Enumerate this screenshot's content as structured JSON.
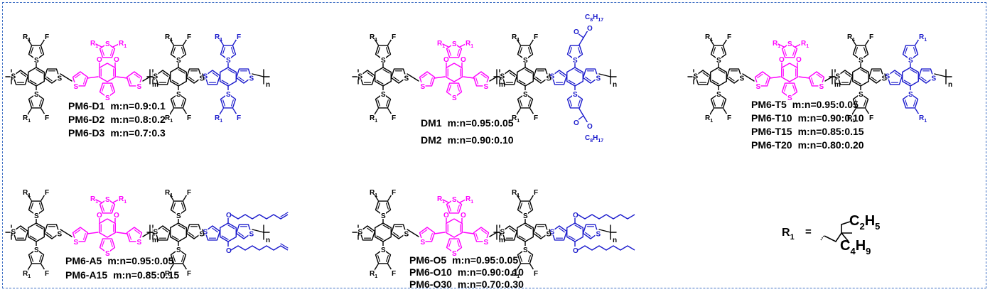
{
  "colors": {
    "black": "#000000",
    "magenta": "#ff00ff",
    "blue": "#1a1acc",
    "frame": "#3f6fc4"
  },
  "atoms": {
    "S": "S",
    "F": "F",
    "R": "R",
    "sub1": "1",
    "O": "O",
    "m": "m",
    "n": "n"
  },
  "alkyl_label": {
    "C": "C",
    "H": "H",
    "c8": "8",
    "h17": "17"
  },
  "polymers": [
    {
      "id": "pm6-d",
      "labels": [
        {
          "name": "PM6-D1",
          "ratio": "m:n=0.9:0.1"
        },
        {
          "name": "PM6-D2",
          "ratio": "m:n=0.8:0.2"
        },
        {
          "name": "PM6-D3",
          "ratio": "m:n=0.7:0.3"
        }
      ]
    },
    {
      "id": "dm",
      "labels": [
        {
          "name": "DM1",
          "ratio": "m:n=0.95:0.05"
        },
        {
          "name": "DM2",
          "ratio": "m:n=0.90:0.10"
        }
      ]
    },
    {
      "id": "pm6-t",
      "labels": [
        {
          "name": "PM6-T5",
          "ratio": "m:n=0.95:0.05"
        },
        {
          "name": "PM6-T10",
          "ratio": "m:n=0.90:0.10"
        },
        {
          "name": "PM6-T15",
          "ratio": "m:n=0.85:0.15"
        },
        {
          "name": "PM6-T20",
          "ratio": "m:n=0.80:0.20"
        }
      ]
    },
    {
      "id": "pm6-a",
      "labels": [
        {
          "name": "PM6-A5",
          "ratio": "m:n=0.95:0.05"
        },
        {
          "name": "PM6-A15",
          "ratio": "m:n=0.85:0.15"
        }
      ]
    },
    {
      "id": "pm6-o",
      "labels": [
        {
          "name": "PM6-O5",
          "ratio": "m:n=0.95:0.05"
        },
        {
          "name": "PM6-O10",
          "ratio": "m:n=0.90:0.10"
        },
        {
          "name": "PM6-O30",
          "ratio": "m:n=0.70:0.30"
        }
      ]
    }
  ],
  "r1_definition": {
    "lhs": "R",
    "lhs_sub": "1",
    "eq": "=",
    "top": "C",
    "top_sub1": "2",
    "top_h": "H",
    "top_sub2": "5",
    "bot": "C",
    "bot_sub1": "4",
    "bot_h": "H",
    "bot_sub2": "9"
  }
}
